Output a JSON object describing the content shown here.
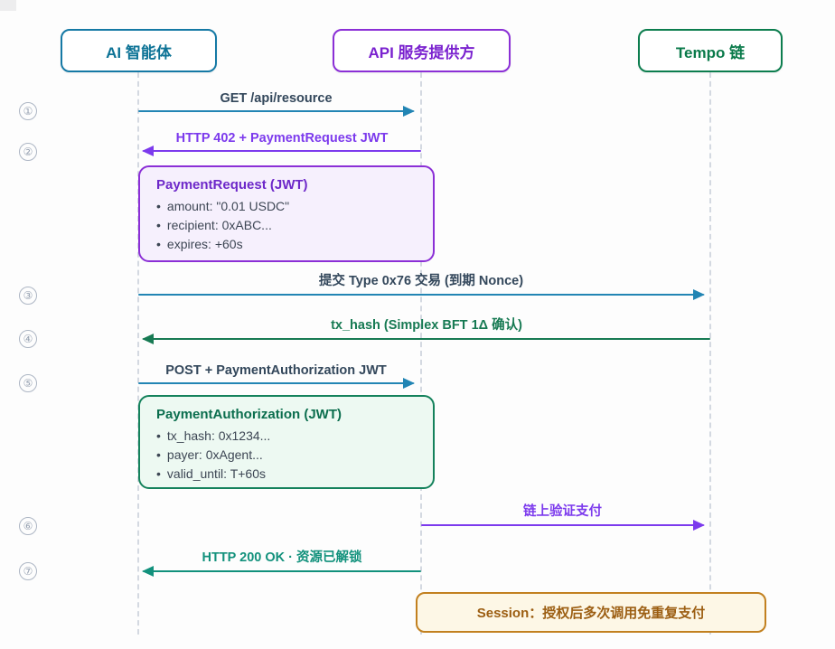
{
  "diagram": {
    "actors": [
      {
        "label": "AI 智能体",
        "color": "#0d7396"
      },
      {
        "label": "API 服务提供方",
        "color": "#8b2fd6"
      },
      {
        "label": "Tempo 链",
        "color": "#0c7d4e"
      }
    ],
    "steps": [
      "①",
      "②",
      "③",
      "④",
      "⑤",
      "⑥",
      "⑦"
    ],
    "messages": [
      {
        "step": "①",
        "label": "GET /api/resource",
        "from": "AI 智能体",
        "to": "API 服务提供方",
        "direction": "right",
        "line_color": "#2285b4",
        "label_color": "#33475b"
      },
      {
        "step": "②",
        "label": "HTTP 402 + PaymentRequest JWT",
        "from": "API 服务提供方",
        "to": "AI 智能体",
        "direction": "left",
        "line_color": "#7c3aed",
        "label_color": "#7c3aed"
      },
      {
        "step": "③",
        "label": "提交 Type 0x76 交易 (到期 Nonce)",
        "from": "AI 智能体",
        "to": "Tempo 链",
        "direction": "right",
        "line_color": "#2285b4",
        "label_color": "#33475b"
      },
      {
        "step": "④",
        "label": "tx_hash (Simplex BFT 1Δ 确认)",
        "from": "Tempo 链",
        "to": "AI 智能体",
        "direction": "left",
        "line_color": "#177a53",
        "label_color": "#177a53"
      },
      {
        "step": "⑤",
        "label": "POST + PaymentAuthorization JWT",
        "from": "AI 智能体",
        "to": "API 服务提供方",
        "direction": "right",
        "line_color": "#2285b4",
        "label_color": "#33475b"
      },
      {
        "step": "⑥",
        "label": "链上验证支付",
        "from": "API 服务提供方",
        "to": "Tempo 链",
        "direction": "right",
        "line_color": "#7c3aed",
        "label_color": "#7c3aed"
      },
      {
        "step": "⑦",
        "label": "HTTP 200 OK · 资源已解锁",
        "from": "API 服务提供方",
        "to": "AI 智能体",
        "direction": "left",
        "line_color": "#12917c",
        "label_color": "#12917c"
      }
    ],
    "notes": [
      {
        "title": "PaymentRequest (JWT)",
        "accent": "#8b2fd6",
        "items": [
          "amount: \"0.01 USDC\"",
          "recipient: 0xABC...",
          "expires: +60s"
        ]
      },
      {
        "title": "PaymentAuthorization (JWT)",
        "accent": "#15825c",
        "items": [
          "tx_hash: 0x1234...",
          "payer: 0xAgent...",
          "valid_until: T+60s"
        ]
      }
    ],
    "session": {
      "label": "Session：授权后多次调用免重复支付",
      "accent": "#c2801f"
    }
  }
}
